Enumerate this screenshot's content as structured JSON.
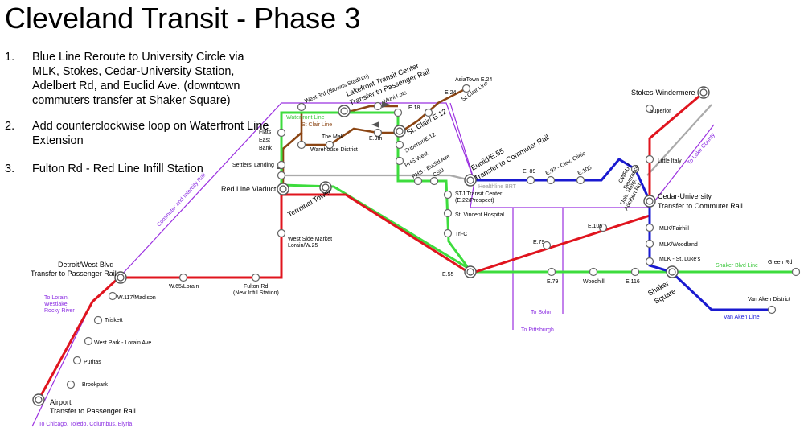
{
  "title": "Cleveland Transit - Phase 3",
  "phase_items": [
    {
      "num": "1.",
      "text": "Blue Line Reroute to University Circle via MLK, Stokes, Cedar-University Station, Adelbert Rd, and Euclid Ave. (downtown commuters transfer at Shaker Square)"
    },
    {
      "num": "2.",
      "text": "Add counterclockwise loop on Waterfront Line Extension"
    },
    {
      "num": "3.",
      "text": "Fulton Rd - Red Line Infill Station"
    }
  ],
  "colors": {
    "red_line": "#e0141e",
    "green_line": "#3ddc3d",
    "blue_line": "#1a1ad0",
    "waterfront_line": "#8b4513",
    "healthline": "#aaaaaa",
    "commuter_rail": "#9b30e0"
  },
  "line_labels": {
    "commuter_rail": "Commuter and Intercity Rail",
    "waterfront": "Waterfront Line",
    "st_clair": "St Clair Line",
    "healthline": "Healthline BRT",
    "shaker_blvd": "Shaker Blvd Line",
    "van_aken": "Van Aken Line"
  },
  "destinations": {
    "lorain": [
      "To Lorain,",
      "Westlake,",
      "Rocky River"
    ],
    "south": "To Chicago, Toledo, Columbus, Elyria",
    "lake_county": "To Lake County",
    "solon": "To Solon",
    "pittsburgh": "To Pittsburgh"
  },
  "stations": {
    "airport": [
      "Airport",
      "Transfer to Passenger Rail"
    ],
    "brookpark": "Brookpark",
    "puritas": "Puritas",
    "west_park": "West Park - Lorain Ave",
    "triskett": "Triskett",
    "w117": "W.117/Madison",
    "detroit": [
      "Detroit/West Blvd",
      "Transfer to Passenger Rail"
    ],
    "w65": "W.65/Lorain",
    "fulton": [
      "Fulton Rd",
      "(New Infill Station)"
    ],
    "west_side_market": [
      "West Side Market",
      "Lorain/W.25"
    ],
    "red_line_viaduct": "Red Line Viaduct",
    "terminal_tower": "Terminal Tower",
    "settlers_landing": "Settlers' Landing",
    "flats_east_bank": [
      "Flats",
      "East",
      "Bank"
    ],
    "west_3rd": "West 3rd (Browns Stadium)",
    "lakefront": [
      "Lakefront Transit Center",
      "Transfer to Passenger Rail"
    ],
    "muni_lots": "Muni Lots",
    "e18": "E.18",
    "e24": "E.24",
    "asiatown": "AsiaTown E.24",
    "st_clair_line_lbl": "St Clair Line",
    "warehouse": "Warehouse District",
    "the_mall": "The Mall",
    "e9th": "E.9th",
    "st_clair_e12": "St. Clair/ E.12",
    "superior_e12": "Superior/E.12",
    "phs_west": "PHS West",
    "phs_euclid": "PHS - Euclid Ave",
    "csu": "CSU",
    "euclid_e55": [
      "Euclid/E.55",
      "Transfer to Commuter Rail"
    ],
    "stj": [
      "STJ Transit Center",
      "(E.22/Prospect)"
    ],
    "st_vincent": "St. Vincent Hospital",
    "tri_c": "Tri-C",
    "e55": "E.55",
    "e79_red": "E.79",
    "e105_red": "E.105",
    "e79_green": "E.79",
    "woodhill": "Woodhill",
    "e116": "E.116",
    "shaker_square": [
      "Shaker",
      "Square"
    ],
    "green_rd": "Green Rd",
    "van_aken_district": "Van Aken District",
    "mlk_st_lukes": "MLK - St. Luke's",
    "mlk_woodland": "MLK/Woodland",
    "mlk_fairhill": "MLK/Fairhill",
    "cedar_university": [
      "Cedar-University",
      "Transfer to Commuter Rail"
    ],
    "univ_hosp": [
      "CWRU /",
      "Severance",
      "Univ. Hosp.",
      "Adelbert Rd"
    ],
    "little_italy": "Little Italy",
    "superior": "Superior",
    "stokes_windermere": "Stokes-Windermere",
    "e89": "E. 89",
    "e93": "E.93 - Clev. Clinic",
    "e105_blue": "E.105"
  }
}
